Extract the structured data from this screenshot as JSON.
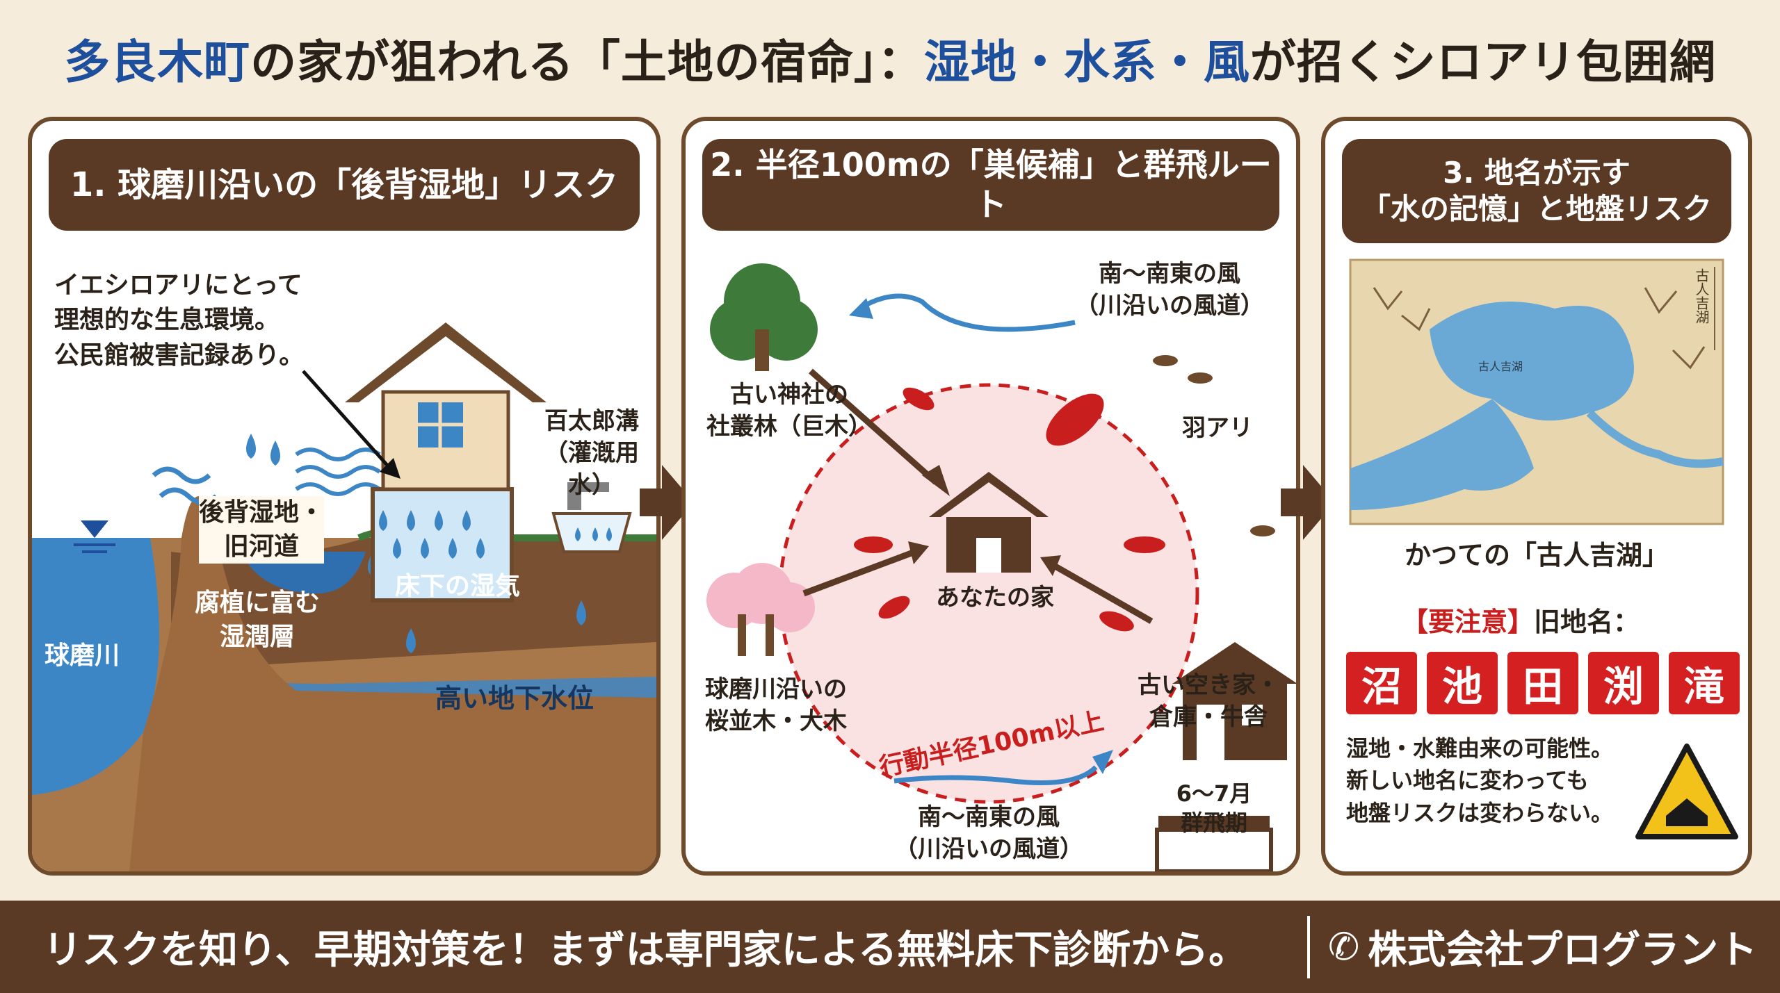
{
  "title": {
    "part1": "多良木町",
    "part2": "の家が狙われる「土地の宿命」：",
    "part3": "湿地・水系・風",
    "part4": "が招くシロアリ包囲網"
  },
  "panel1": {
    "heading": "1. 球磨川沿いの「後背湿地」リスク",
    "callout": [
      "イエシロアリにとって",
      "理想的な生息環境。",
      "公民館被害記録あり。"
    ],
    "labels": {
      "wetland": [
        "後背湿地・",
        "旧河道"
      ],
      "humus": [
        "腐植に富む",
        "湿潤層"
      ],
      "underfloor": "床下の湿気",
      "groundwater": "高い地下水位",
      "river": "球磨川",
      "canal": [
        "百太郎溝",
        "（灌漑用水）"
      ]
    }
  },
  "panel2": {
    "heading": "2. 半径100mの「巣候補」と群飛ルート",
    "wind_top": [
      "南〜南東の風",
      "（川沿いの風道）"
    ],
    "wind_bottom": [
      "南〜南東の風",
      "（川沿いの風道）"
    ],
    "shrine": [
      "古い神社の",
      "社叢林（巨木）"
    ],
    "winged": "羽アリ",
    "home": "あなたの家",
    "trees": [
      "球磨川沿いの",
      "桜並木・大木"
    ],
    "radius": "行動半径100m以上",
    "barn": [
      "古い空き家・",
      "倉庫・牛舎"
    ],
    "calendar": [
      "6〜7月",
      "群飛期"
    ]
  },
  "panel3": {
    "heading": [
      "3. 地名が示す",
      "「水の記憶」と地盤リスク"
    ],
    "map_caption": "かつての「古人吉湖」",
    "map_title": "古人吉湖",
    "map_lake": "古人吉湖",
    "warning_label": "【要注意】",
    "old_names_label": "旧地名：",
    "kanji": [
      "沼",
      "池",
      "田",
      "渕",
      "滝"
    ],
    "note": [
      "湿地・水難由来の可能性。",
      "新しい地名に変わっても",
      "地盤リスクは変わらない。"
    ]
  },
  "footer": {
    "message": "リスクを知り、早期対策を！まずは専門家による無料床下診断から。",
    "company": "株式会社プログラント"
  },
  "colors": {
    "brown": "#5a3a24",
    "blue_title": "#1d4f9c",
    "red": "#c81e1e",
    "water": "#3d86c6",
    "soil": "#a8774a"
  }
}
